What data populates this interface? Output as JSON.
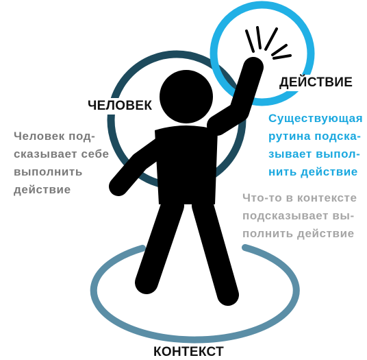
{
  "labels": {
    "person": "ЧЕЛОВЕК",
    "action": "ДЕЙСТВИЕ",
    "context": "КОНТЕКСТ"
  },
  "descriptions": {
    "person": [
      "Человек под-",
      "сказывает себе",
      "выполнить",
      "действие"
    ],
    "routine": [
      "Существующая",
      "рутина подска-",
      "зывает выпол-",
      "нить действие"
    ],
    "context": [
      "Что-то в контексте",
      "подсказывает вы-",
      "полнить действие"
    ]
  },
  "colors": {
    "person_ring": "#1d4a5c",
    "action_ring": "#21b0e5",
    "context_ring": "#5b8ea6",
    "figure": "#000000",
    "person_text": "#7a7a7a",
    "routine_text": "#1aa8df",
    "context_text": "#a6a6a6"
  },
  "icons": {
    "figure": "person-raising-hand-icon",
    "spark": "spark-lines-icon"
  }
}
